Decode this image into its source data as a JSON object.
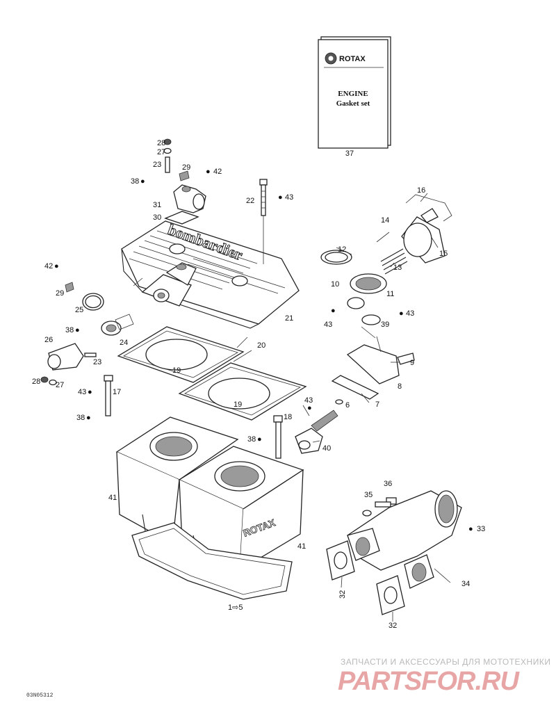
{
  "booklet": {
    "brand": "ROTAX",
    "title_line1": "ENGINE",
    "title_line2": "Gasket set",
    "part_no": "37"
  },
  "labels": {
    "l1": "28",
    "l2": "27",
    "l3": "23",
    "l4": "29",
    "l5": "42",
    "l6": "38",
    "l7": "31",
    "l8": "30",
    "l9": "22",
    "l10": "43",
    "l11": "16",
    "l12": "14",
    "l13": "15",
    "l14": "12",
    "l15": "13",
    "l16": "10",
    "l17": "11",
    "l18": "43",
    "l19": "43",
    "l20": "39",
    "l21": "42",
    "l22": "29",
    "l23": "25",
    "l24": "21",
    "l25": "38",
    "l26": "26",
    "l27": "24",
    "l28": "23",
    "l29": "20",
    "l30": "9",
    "l31": "19",
    "l32": "28",
    "l33": "27",
    "l34": "43",
    "l35": "17",
    "l36": "8",
    "l37": "19",
    "l38": "7",
    "l39": "43",
    "l40": "6",
    "l41": "38",
    "l42": "18",
    "l43": "38",
    "l44": "40",
    "l45": "36",
    "l46": "35",
    "l47": "41",
    "l48": "33",
    "l49": "41",
    "l50": "34",
    "l51": "32",
    "l52": "32",
    "l53": "1⇨5"
  },
  "watermark": {
    "line1": "ЗАПЧАСТИ И АКСЕССУАРЫ ДЛЯ МОТОТЕХНИКИ",
    "line2": "PARTSFOR.RU"
  },
  "code": "03N05312",
  "icons": {
    "drop": "oil-drop-icon"
  }
}
